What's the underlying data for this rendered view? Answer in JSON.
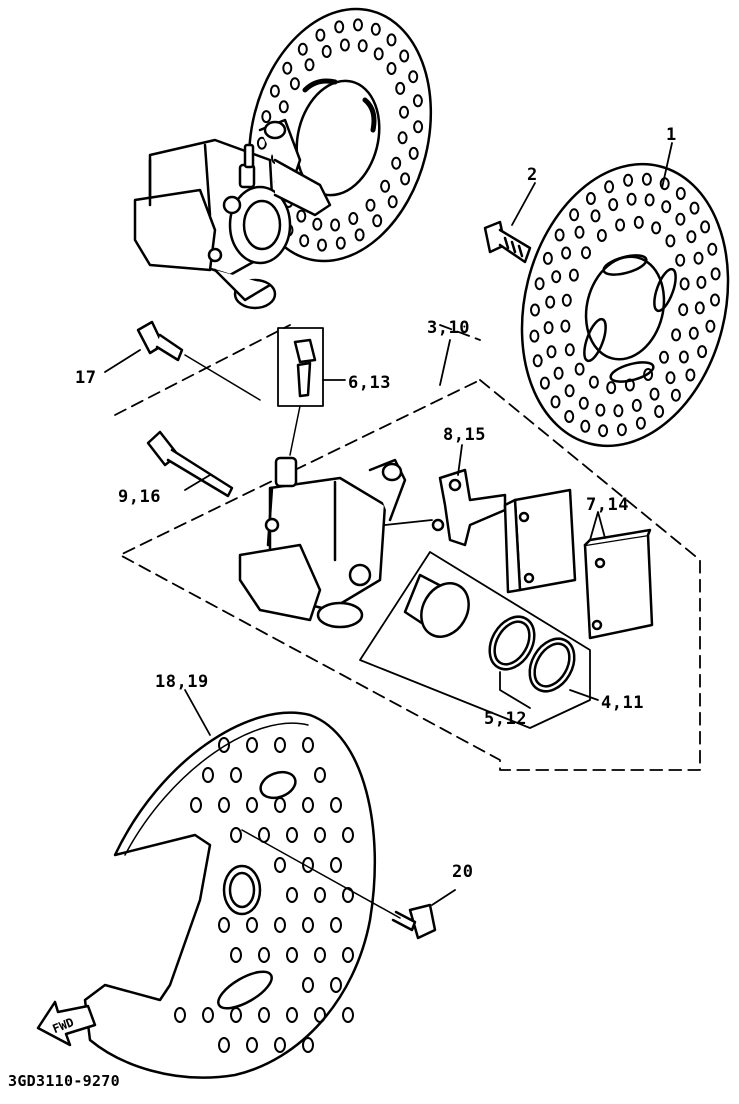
{
  "callouts": {
    "c1": "1",
    "c2": "2",
    "c3_10": "3,10",
    "c17": "17",
    "c6_13": "6,13",
    "c8_15": "8,15",
    "c9_16": "9,16",
    "c7_14": "7,14",
    "c5_12": "5,12",
    "c4_11": "4,11",
    "c18_19": "18,19",
    "c20": "20"
  },
  "fwd_label": "FWD",
  "diagram_code": "3GD3110-9270",
  "colors": {
    "ink": "#000000",
    "paper": "#ffffff"
  }
}
